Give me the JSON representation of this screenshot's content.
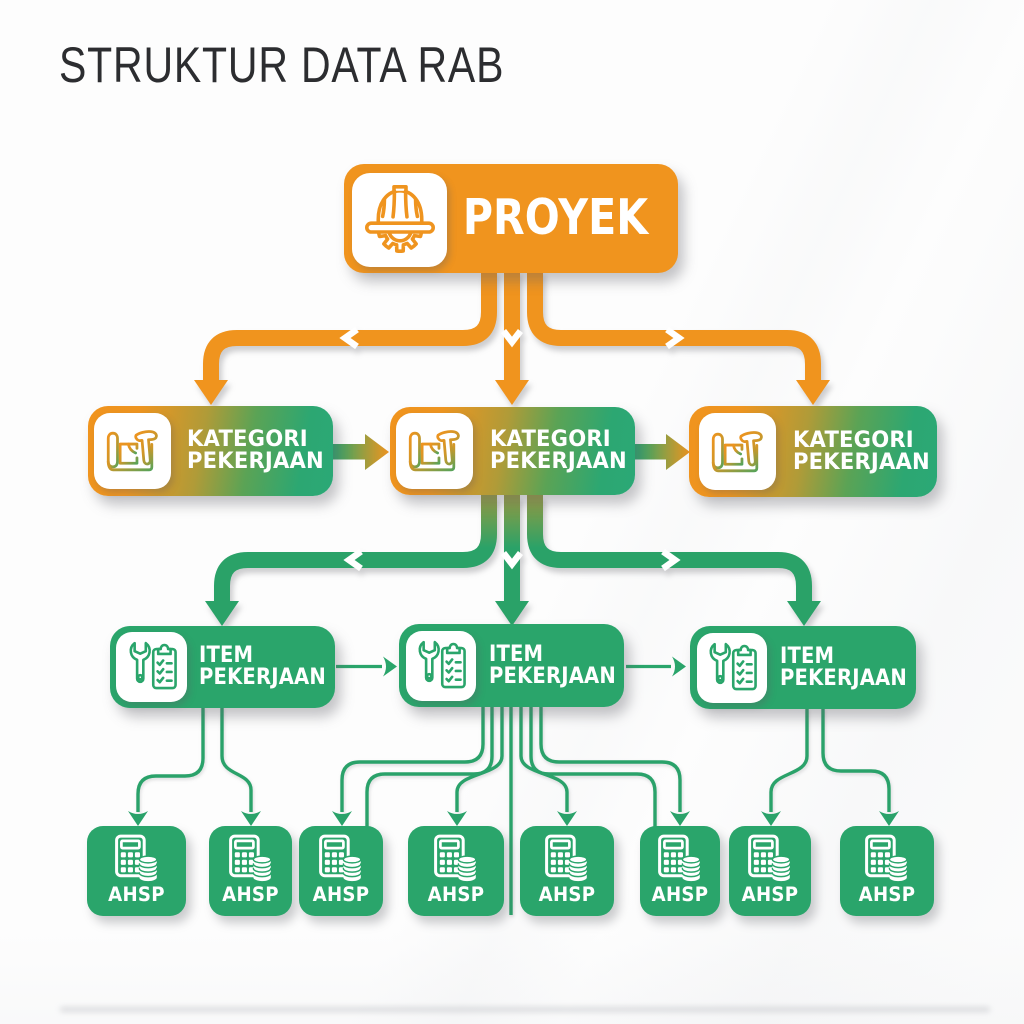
{
  "title": "STRUKTUR DATA RAB",
  "colors": {
    "orange": "#f0941e",
    "green": "#2aa56b",
    "olive_gradient_mid": "#a99f3c",
    "title_text": "#2c2d30",
    "label_text": "#ffffff",
    "background": "#fdfdfd"
  },
  "nodes": {
    "proyek": {
      "label": "PROYEK",
      "icon": "helmet-gear-icon"
    },
    "kategori": [
      {
        "line1": "KATEGORI",
        "line2": "PEKERJAAN",
        "icon": "blueprint-hammer-icon"
      },
      {
        "line1": "KATEGORI",
        "line2": "PEKERJAAN",
        "icon": "blueprint-hammer-icon"
      },
      {
        "line1": "KATEGORI",
        "line2": "PEKERJAAN",
        "icon": "blueprint-hammer-icon"
      }
    ],
    "item": [
      {
        "line1": "ITEM",
        "line2": "PEKERJAAN",
        "icon": "wrench-clipboard-icon"
      },
      {
        "line1": "ITEM",
        "line2": "PEKERJAAN",
        "icon": "wrench-clipboard-icon"
      },
      {
        "line1": "ITEM",
        "line2": "PEKERJAAN",
        "icon": "wrench-clipboard-icon"
      }
    ],
    "ahsp": [
      {
        "label": "AHSP",
        "icon": "calculator-coins-icon"
      },
      {
        "label": "AHSP",
        "icon": "calculator-coins-icon"
      },
      {
        "label": "AHSP",
        "icon": "calculator-coins-icon"
      },
      {
        "label": "AHSP",
        "icon": "calculator-coins-icon"
      },
      {
        "label": "AHSP",
        "icon": "calculator-coins-icon"
      },
      {
        "label": "AHSP",
        "icon": "calculator-coins-icon"
      },
      {
        "label": "AHSP",
        "icon": "calculator-coins-icon"
      },
      {
        "label": "AHSP",
        "icon": "calculator-coins-icon"
      }
    ]
  }
}
